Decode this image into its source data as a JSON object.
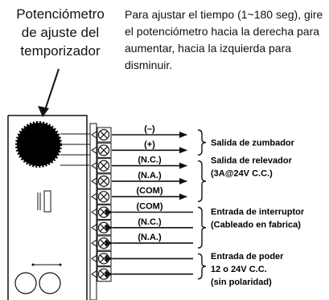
{
  "potentiometer_label": [
    "Potenciómetro",
    "de ajuste del",
    "temporizador"
  ],
  "description": "Para ajustar el tiempo (1~180 seg), gire el potenciómetro hacia la derecha para aumentar, hacia la izquierda para disminuir.",
  "terminals": [
    {
      "label": "(–)",
      "direction": "out"
    },
    {
      "label": "(+)",
      "direction": "out"
    },
    {
      "label": "(N.C.)",
      "direction": "out"
    },
    {
      "label": "(N.A.)",
      "direction": "out"
    },
    {
      "label": "(COM)",
      "direction": "out"
    },
    {
      "label": "(COM)",
      "direction": "in"
    },
    {
      "label": "(N.C.)",
      "direction": "in"
    },
    {
      "label": "(N.A.)",
      "direction": "in"
    },
    {
      "label": "",
      "direction": "in"
    },
    {
      "label": "",
      "direction": "in"
    }
  ],
  "groups": [
    {
      "lines": [
        "Salida de zumbador"
      ]
    },
    {
      "lines": [
        "Salida de relevador",
        "(3A@24V C.C.)"
      ]
    },
    {
      "lines": [
        "Entrada de interruptor",
        "(Cableado en fabrica)"
      ]
    },
    {
      "lines": [
        "Entrada de poder",
        "12 o 24V C.C.",
        "(sin polaridad)"
      ]
    }
  ]
}
